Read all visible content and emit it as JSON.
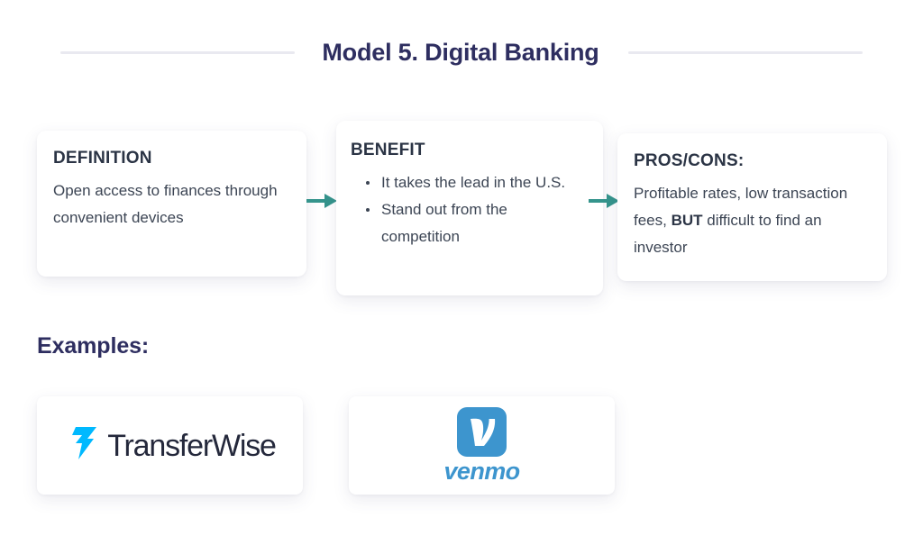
{
  "page": {
    "title": "Model 5. Digital Banking",
    "background_color": "#ffffff",
    "title_color": "#2e2e60",
    "rule_color": "#e9e9f0",
    "arrow_color": "#35948c"
  },
  "flow": {
    "cards": [
      {
        "heading": "DEFINITION",
        "body": "Open access to finances through convenient devices"
      },
      {
        "heading": "BENEFIT",
        "bullets": [
          "It takes the lead in the U.S.",
          "Stand out from the competition"
        ]
      },
      {
        "heading": "PROS/CONS:",
        "body_before": "Profitable rates, low transaction fees, ",
        "body_emphasis": "BUT",
        "body_after": " difficult to find an investor"
      }
    ],
    "arrows": [
      {
        "name": "arrow-right-icon"
      },
      {
        "name": "arrow-right-icon"
      }
    ]
  },
  "examples": {
    "heading": "Examples:",
    "logos": [
      {
        "name": "TransferWise",
        "wordmark": "TransferWise",
        "mark_color": "#00b9ff",
        "text_color": "#24283b"
      },
      {
        "name": "Venmo",
        "wordmark": "venmo",
        "mark_letter": "v",
        "mark_color": "#3d95ce",
        "text_color": "#3d95ce"
      }
    ]
  }
}
